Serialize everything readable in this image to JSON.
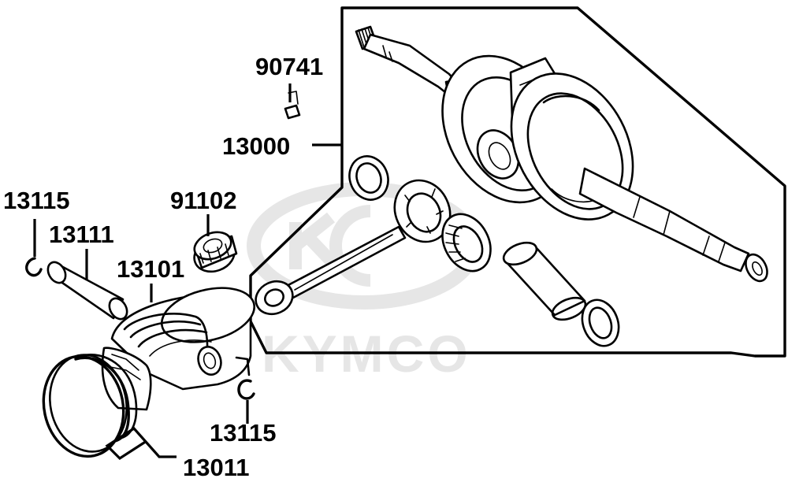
{
  "diagram": {
    "watermark": "KYMCO",
    "colors": {
      "ink": "#000000",
      "watermark": "#e6e6e6",
      "background": "#ffffff"
    },
    "labels": {
      "crank_key": "90741",
      "crankshaft_assy": "13000",
      "clip_left": "13115",
      "piston_pin": "13111",
      "small_end_bearing": "91102",
      "piston": "13101",
      "clip_right": "13115",
      "piston_ring_set": "13011"
    }
  }
}
